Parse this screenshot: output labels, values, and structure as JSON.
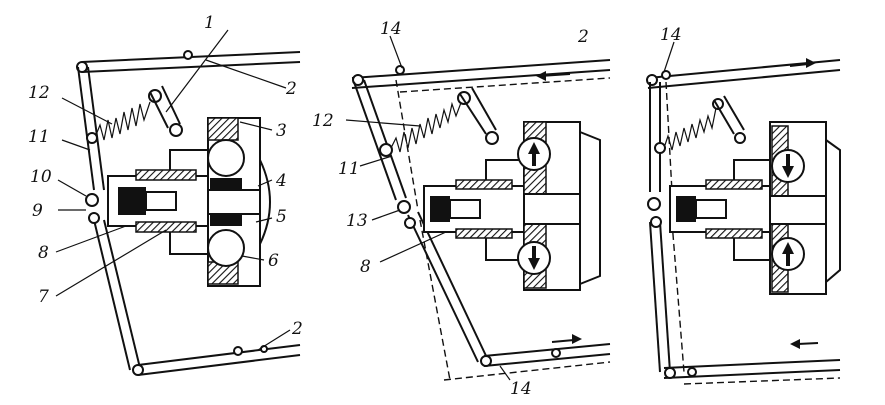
{
  "labels": {
    "l1": "1",
    "l2a": "2",
    "l2b": "2",
    "l2c": "2",
    "l3": "3",
    "l4": "4",
    "l5": "5",
    "l6": "6",
    "l7": "7",
    "l8a": "8",
    "l9": "9",
    "l10": "10",
    "l11a": "11",
    "l12a": "12",
    "l12b": "12",
    "l11b": "11",
    "l13": "13",
    "l8b": "8",
    "l14a": "14",
    "l14b": "14",
    "l14c": "14"
  }
}
